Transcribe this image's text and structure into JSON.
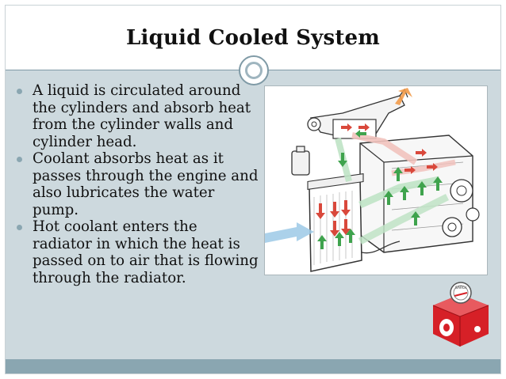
{
  "slide": {
    "title": "Liquid Cooled System",
    "bullets": [
      "A liquid  is circulated around the cylinders and absorb heat from the cylinder walls and cylinder head.",
      "Coolant absorbs heat as it passes through the engine and also lubricates the water pump.",
      "Hot coolant enters the radiator in which the heat is passed on to air that is flowing through the radiator."
    ]
  },
  "logo": {
    "text": "SARGI"
  },
  "colors": {
    "content_bg": "#cdd9de",
    "accent": "#8aa6b1",
    "flow_hot": "#d9483b",
    "flow_cool": "#4caf50",
    "air": "#9cc9e6",
    "logo_red": "#d62027"
  }
}
